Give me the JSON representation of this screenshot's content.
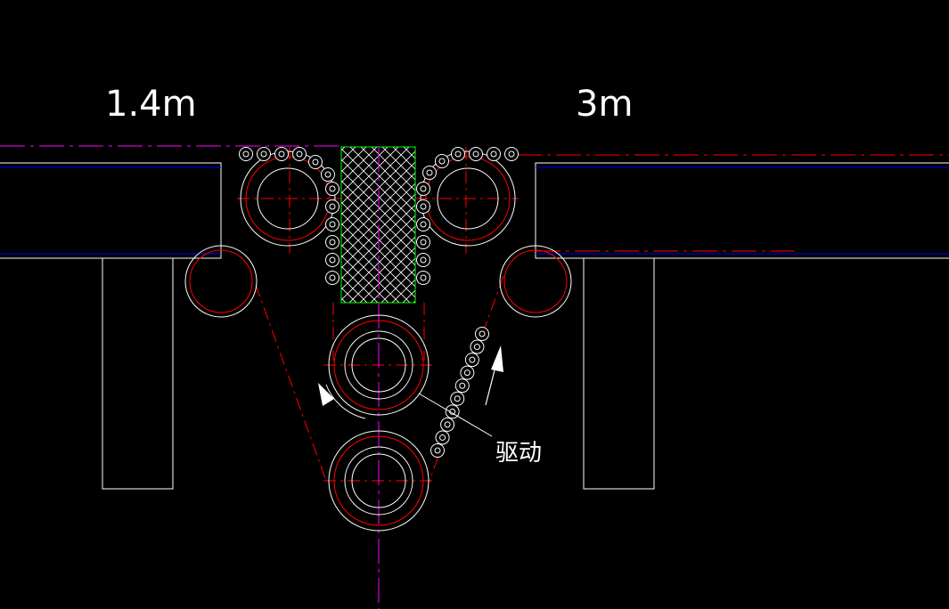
{
  "labels": {
    "left_width": "1.4m",
    "right_width": "3m",
    "drive": "驱动"
  },
  "colors": {
    "background": "#000000",
    "outline": "#ffffff",
    "centerline": "#ff0000",
    "axis": "#ff00ff",
    "rail": "#0000ff",
    "block_border": "#00ff00"
  },
  "icons": [
    "arrow-up-right-icon",
    "arrow-up-left-icon"
  ]
}
